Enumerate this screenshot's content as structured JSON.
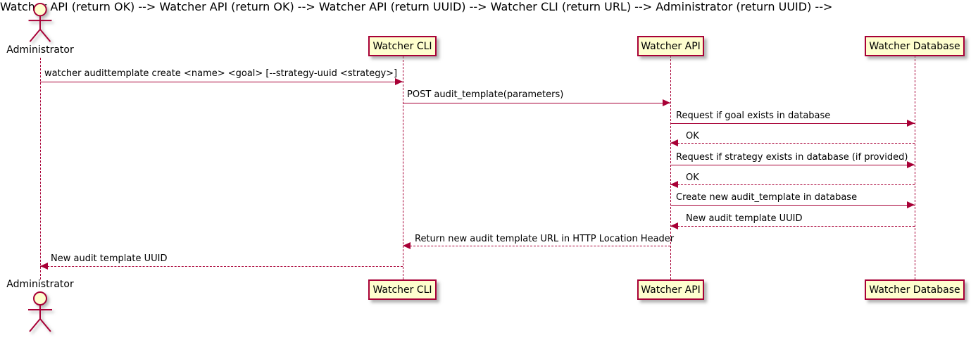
{
  "diagram": {
    "type": "uml-sequence-diagram",
    "colors": {
      "participant_fill": "#FEFECE",
      "line_and_border": "#A80036",
      "text": "#000000",
      "background": "#FFFFFF"
    },
    "actor": {
      "name": "Administrator"
    },
    "participants": [
      {
        "label": "Watcher CLI"
      },
      {
        "label": "Watcher API"
      },
      {
        "label": "Watcher Database"
      }
    ],
    "messages": [
      {
        "from": "Administrator",
        "to": "Watcher CLI",
        "line": "solid",
        "direction": "right",
        "text": "watcher audittemplate create <name> <goal> [--strategy-uuid <strategy>]"
      },
      {
        "from": "Watcher CLI",
        "to": "Watcher API",
        "line": "solid",
        "direction": "right",
        "text": "POST audit_template(parameters)"
      },
      {
        "from": "Watcher API",
        "to": "Watcher Database",
        "line": "solid",
        "direction": "right",
        "text": "Request if goal exists in database"
      },
      {
        "from": "Watcher Database",
        "to": "Watcher API",
        "line": "dashed",
        "direction": "left",
        "text": "OK"
      },
      {
        "from": "Watcher API",
        "to": "Watcher Database",
        "line": "solid",
        "direction": "right",
        "text": "Request if strategy exists in database (if provided)"
      },
      {
        "from": "Watcher Database",
        "to": "Watcher API",
        "line": "dashed",
        "direction": "left",
        "text": "OK"
      },
      {
        "from": "Watcher API",
        "to": "Watcher Database",
        "line": "solid",
        "direction": "right",
        "text": "Create new audit_template in database"
      },
      {
        "from": "Watcher Database",
        "to": "Watcher API",
        "line": "dashed",
        "direction": "left",
        "text": "New audit template UUID"
      },
      {
        "from": "Watcher API",
        "to": "Watcher CLI",
        "line": "dashed",
        "direction": "left",
        "text": "Return new audit template URL in HTTP Location Header"
      },
      {
        "from": "Watcher CLI",
        "to": "Administrator",
        "line": "dashed",
        "direction": "left",
        "text": "New audit template UUID"
      }
    ]
  }
}
